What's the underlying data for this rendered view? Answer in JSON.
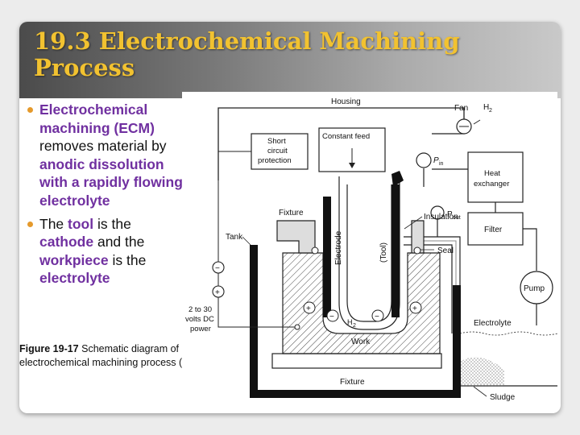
{
  "slide": {
    "title": "19.3 Electrochemical Machining Process",
    "bullets": [
      {
        "hl1": "Electrochemical machining (ECM)",
        "t1": " removes material by ",
        "hl2": "anodic dissolution with a rapidly flowing electrolyte"
      },
      {
        "t1": "The ",
        "hl1": "tool",
        "t2": " is the ",
        "hl2": "cathode",
        "t3": " and the ",
        "hl3": "workpiece",
        "t4": " is the ",
        "hl4": "electrolyte"
      }
    ],
    "caption": {
      "label": "Figure 19-17",
      "text": " Schematic diagram of electrochemical machining process (ECM)."
    }
  },
  "diagram": {
    "housing": "Housing",
    "fan": "Fan",
    "h2_top": "H",
    "h2_sub": "2",
    "short_circuit": [
      "Short",
      "circuit",
      "protection"
    ],
    "constant_feed": "Constant feed",
    "p_in": "P",
    "p_in_sub": "in",
    "heat_exchanger": [
      "Heat",
      "exchanger"
    ],
    "insulation": "Insulation",
    "fixture_top": "Fixture",
    "electrode": "Electrode",
    "tool": "(Tool)",
    "tank": "Tank",
    "p_out": "P",
    "p_out_sub": "out",
    "filter": "Filter",
    "seal": "Seal",
    "pump": "Pump",
    "minus": "−",
    "plus": "+",
    "h2_mid": "H",
    "h2_mid_sub": "2",
    "electrolyte": "Electrolyte",
    "voltage": [
      "2 to 30",
      "volts DC",
      "power"
    ],
    "work": "Work",
    "fixture_bottom": "Fixture",
    "sludge": "Sludge"
  }
}
